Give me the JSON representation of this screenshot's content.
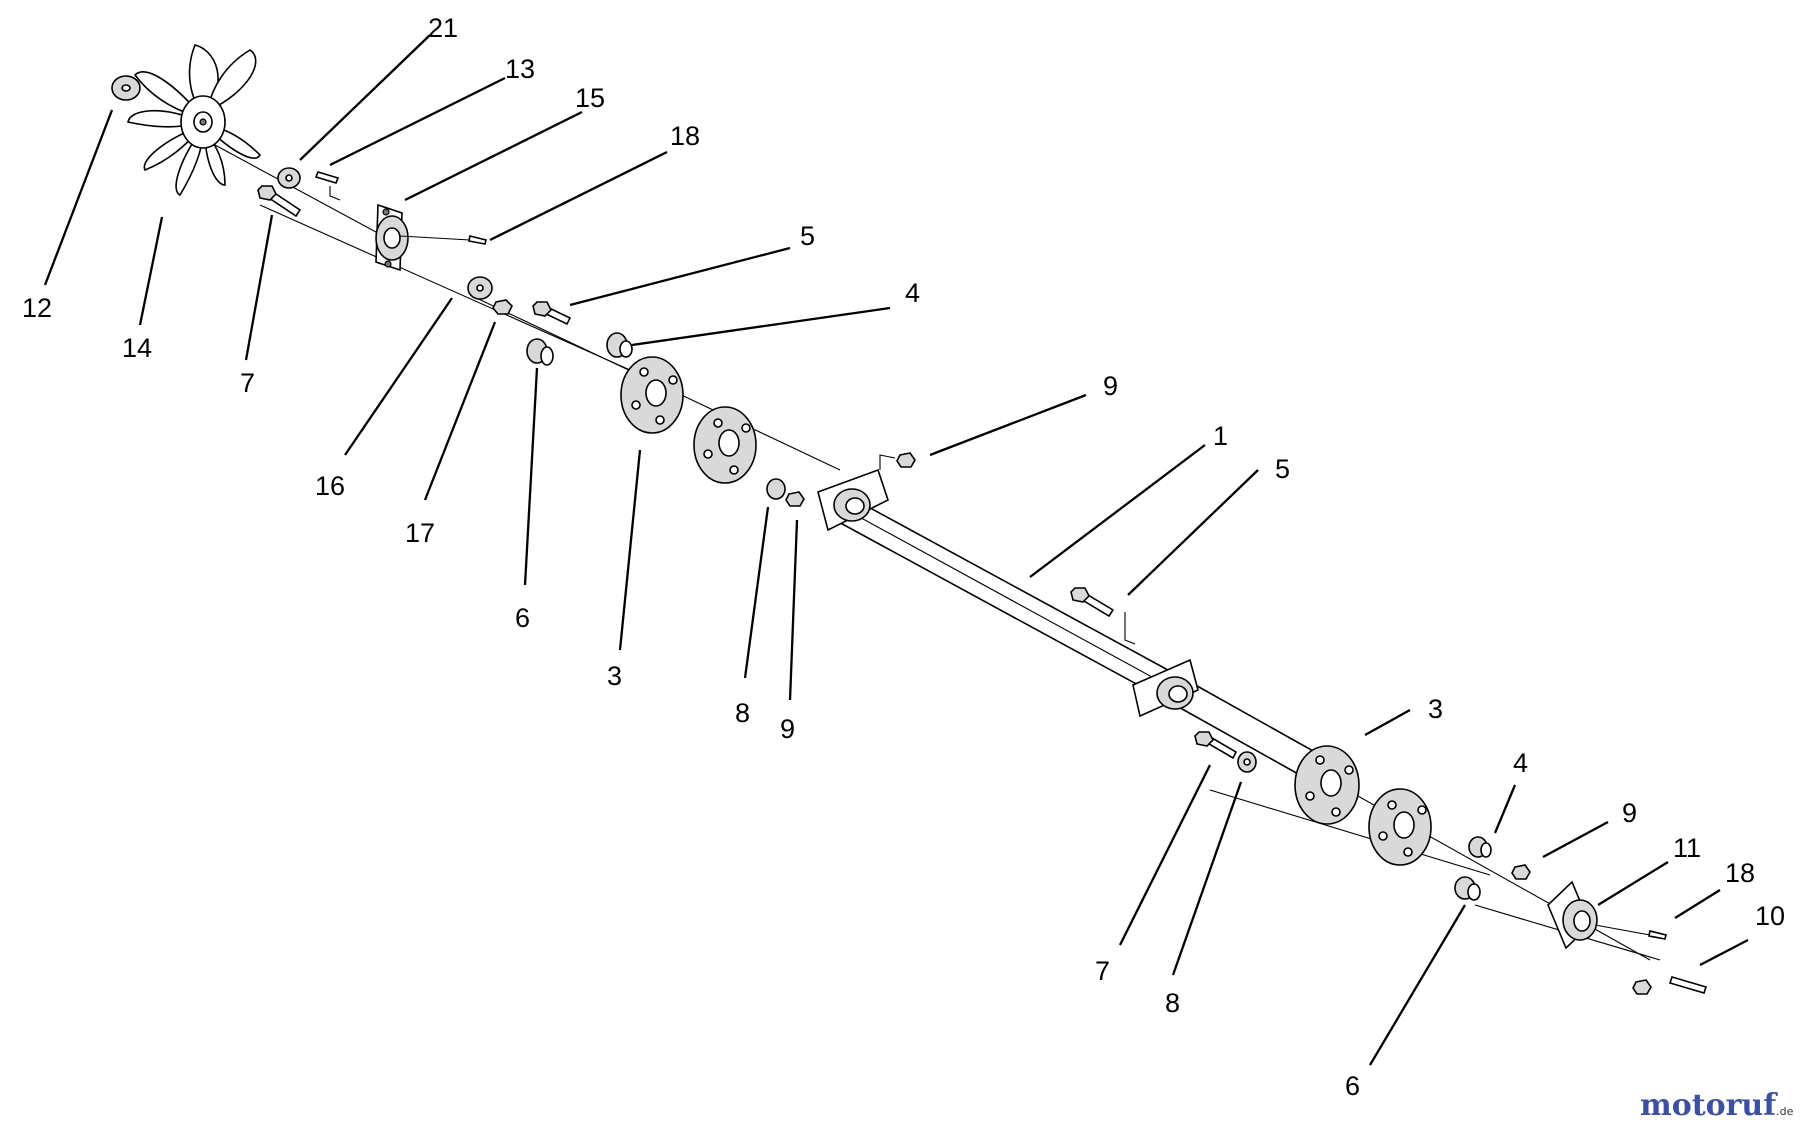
{
  "watermark": {
    "brand": "motoruf",
    "tld": ".de",
    "brand_color": "#3d4fa0",
    "tld_color": "#333333"
  },
  "callouts": [
    "21",
    "13",
    "15",
    "18",
    "5",
    "4",
    "9",
    "1",
    "5",
    "12",
    "14",
    "7",
    "16",
    "17",
    "6",
    "3",
    "8",
    "9",
    "3",
    "4",
    "9",
    "11",
    "18",
    "10",
    "7",
    "8",
    "6"
  ],
  "icons": [
    "fan-blade",
    "washer",
    "flange-bearing",
    "mounting-disc",
    "shaft",
    "bolt",
    "nut",
    "bushing",
    "pin"
  ]
}
